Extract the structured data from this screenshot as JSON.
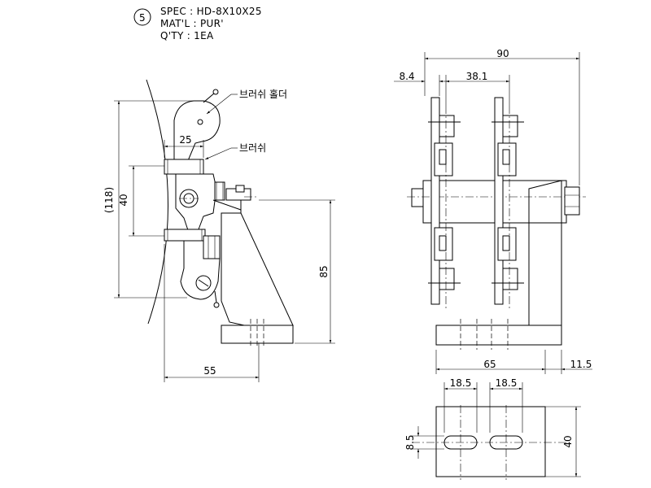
{
  "title_block": {
    "item_number": "5",
    "spec": "SPEC : HD-8X10X25",
    "material": "MAT'L : PUR'",
    "quantity": "Q'TY : 1EA"
  },
  "labels": {
    "brush_holder": "브러쉬 홀더",
    "brush": "브러쉬"
  },
  "dimensions": {
    "side_width_25": "25",
    "side_height_118": "(118)",
    "side_height_40": "40",
    "side_height_85": "85",
    "side_width_55": "55",
    "front_width_90": "90",
    "front_offset_8_4": "8.4",
    "front_spacing_38_1": "38.1",
    "front_width_65": "65",
    "front_offset_11_5": "11.5",
    "base_slot_18_5_left": "18.5",
    "base_slot_18_5_right": "18.5",
    "base_slot_8_5": "8.5",
    "base_height_40": "40"
  }
}
